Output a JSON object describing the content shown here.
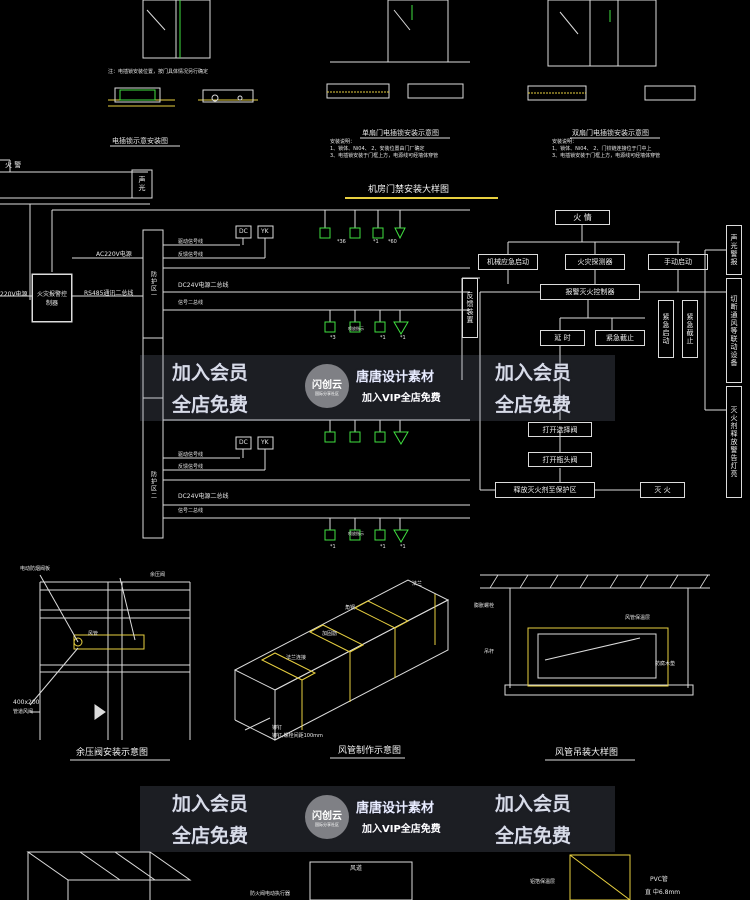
{
  "titles": {
    "card_reader": "电插锁示意安装图",
    "door_single": "单扇门电插锁安装示意图",
    "door_double": "双扇门电插锁安装示意图",
    "machine_room": "机房门禁安装大样图",
    "fire_valve": "余压阀安装示意图",
    "duct_fab": "风管制作示意图",
    "duct_hang": "风管吊装大样图"
  },
  "notes": {
    "top_left_note": "注：电插锁安装位置，按门具体情况另行确定",
    "install_note_a": "安装说明：",
    "install_note_1": "1、锁体、Ni04、  2、安装位置由门厂确定",
    "install_note_2": "3、电插锁安装于门框上方，电源线可经墙体穿管",
    "install_note_b": "安装说明：",
    "install_note_3": "1、锁体、Ni04、  2、门铰链连接位于门中上",
    "install_note_4": "3、电插锁安装于门框上方，电源线可经墙体穿管"
  },
  "diagram_left": {
    "fire_box": "火  警",
    "sound_light": "声光",
    "controller": "火灾报警控制器",
    "ac220_left": "220V电源",
    "ac220": "AC220V电源",
    "rs485": "RS485通讯二总线",
    "room1": "防护区一",
    "room2": "防护区二",
    "dc_label": "DC",
    "yk_label": "YK",
    "line_signal": "驱动信号线",
    "line_feedback": "反馈信号线",
    "line_dc24": "DC24V电源二总线",
    "line_bus": "信号二总线",
    "counts": [
      "*36",
      "*1",
      "*60"
    ],
    "counts_mid": [
      "*3",
      "*1",
      "*1"
    ],
    "counts_low": [
      "*1",
      "*1",
      "*1"
    ],
    "device_label": "喷放指示"
  },
  "flow": {
    "fire": "火  情",
    "manual_emergency": "机械应急启动",
    "detector": "火灾探测器",
    "manual_start": "手动启动",
    "feedback": "反馈装置",
    "alarm_panel": "报警灭火控制器",
    "delay": "延  时",
    "emergency_stop_r": "紧急截止",
    "emergency_start": "紧急启动",
    "emergency_stop": "紧急截止",
    "open_selector": "打开选择阀",
    "open_bottle": "打开瓶头阀",
    "release": "释放灭火剂至保护区",
    "extinguish": "灭  火",
    "right_col1": "声光警报",
    "right_col2": "切断通风等联动设备",
    "right_col3": "灭火剂释放警告灯亮"
  },
  "valve_detail": {
    "lbl1": "电动防烟阀板",
    "lbl2": "余压阀",
    "lbl3": "风管",
    "size": "400x200",
    "lbl4": "管道风阀"
  },
  "duct": {
    "lbl_flange": "法兰",
    "lbl_angle": "角钢",
    "lbl_reinforce": "加固筋",
    "lbl_joint": "法兰连接",
    "note1": "铆钉",
    "note2": "铆钉,螺栓间距100mm"
  },
  "hanger": {
    "lbl_rod": "膨胀螺栓",
    "lbl_suspender": "吊杆",
    "lbl_insul": "风管保温层",
    "lbl_support": "防腐木垫"
  },
  "bottom": {
    "lbl1": "防火阀电动执行器",
    "lbl2": "风道",
    "lbl3": "铝箔保温层",
    "lbl4": "PVC管",
    "lbl5": "直 中6.8mm"
  },
  "watermark": {
    "join_member": "加入会员",
    "all_free": "全店免费",
    "shop_name": "唐唐设计素材",
    "vip_free": "加入VIP全店免费",
    "logo_text": "闪创云",
    "logo_sub": "国际分享社区"
  },
  "colors": {
    "line": "#dcdcdc",
    "accent": "#e8d040",
    "green": "#40e040",
    "cyan": "#50e0e0"
  }
}
